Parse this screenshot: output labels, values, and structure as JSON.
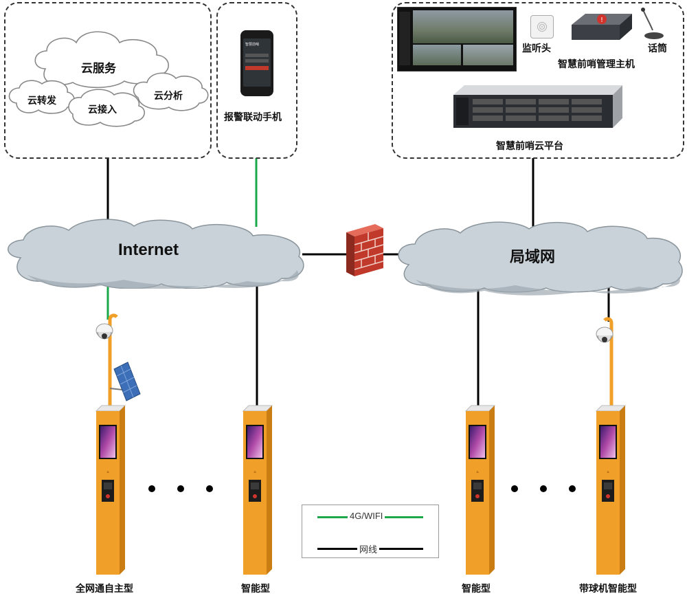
{
  "cloud_services": {
    "main": "云服务",
    "forward": "云转发",
    "access": "云接入",
    "analysis": "云分析"
  },
  "phone": {
    "label": "报警联动手机",
    "app_name": "智慧前哨"
  },
  "platform": {
    "monitor_label": "监听头",
    "mic_label": "话筒",
    "host_label": "智慧前哨管理主机",
    "cloud_platform_label": "智慧前哨云平台"
  },
  "networks": {
    "internet": "Internet",
    "lan": "局域网"
  },
  "terminals": [
    {
      "label": "全网通自主型"
    },
    {
      "label": "智能型"
    },
    {
      "label": "智能型"
    },
    {
      "label": "带球机智能型"
    }
  ],
  "legend": {
    "wireless": "4G/WIFI",
    "wired": "网线",
    "wireless_color": "#1aa84b",
    "wired_color": "#000000"
  },
  "colors": {
    "totem_orange": "#f0a028",
    "cloud_gray": "#bcc7d0",
    "firewall_red": "#c0392b"
  }
}
